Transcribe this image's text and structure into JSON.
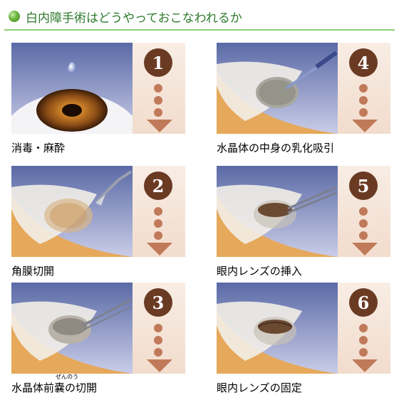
{
  "title": "白内障手術はどうやっておこなわれるか",
  "colors": {
    "title_text": "#2d7a2b",
    "title_rule": "#8fcf70",
    "step_number_bg": "#6b3a23",
    "step_arrow": "#c07a59",
    "side_bg": "#f2dccd",
    "eye_tissue": "#e6a85a"
  },
  "steps": [
    {
      "number": "1",
      "caption": "消毒・麻酔"
    },
    {
      "number": "4",
      "caption": "水晶体の中身の乳化吸引"
    },
    {
      "number": "2",
      "caption": "角膜切開"
    },
    {
      "number": "5",
      "caption": "眼内レンズの挿入"
    },
    {
      "number": "3",
      "caption": "水晶体前嚢の切開",
      "ruby": "ぜんのう"
    },
    {
      "number": "6",
      "caption": "眼内レンズの固定"
    }
  ]
}
